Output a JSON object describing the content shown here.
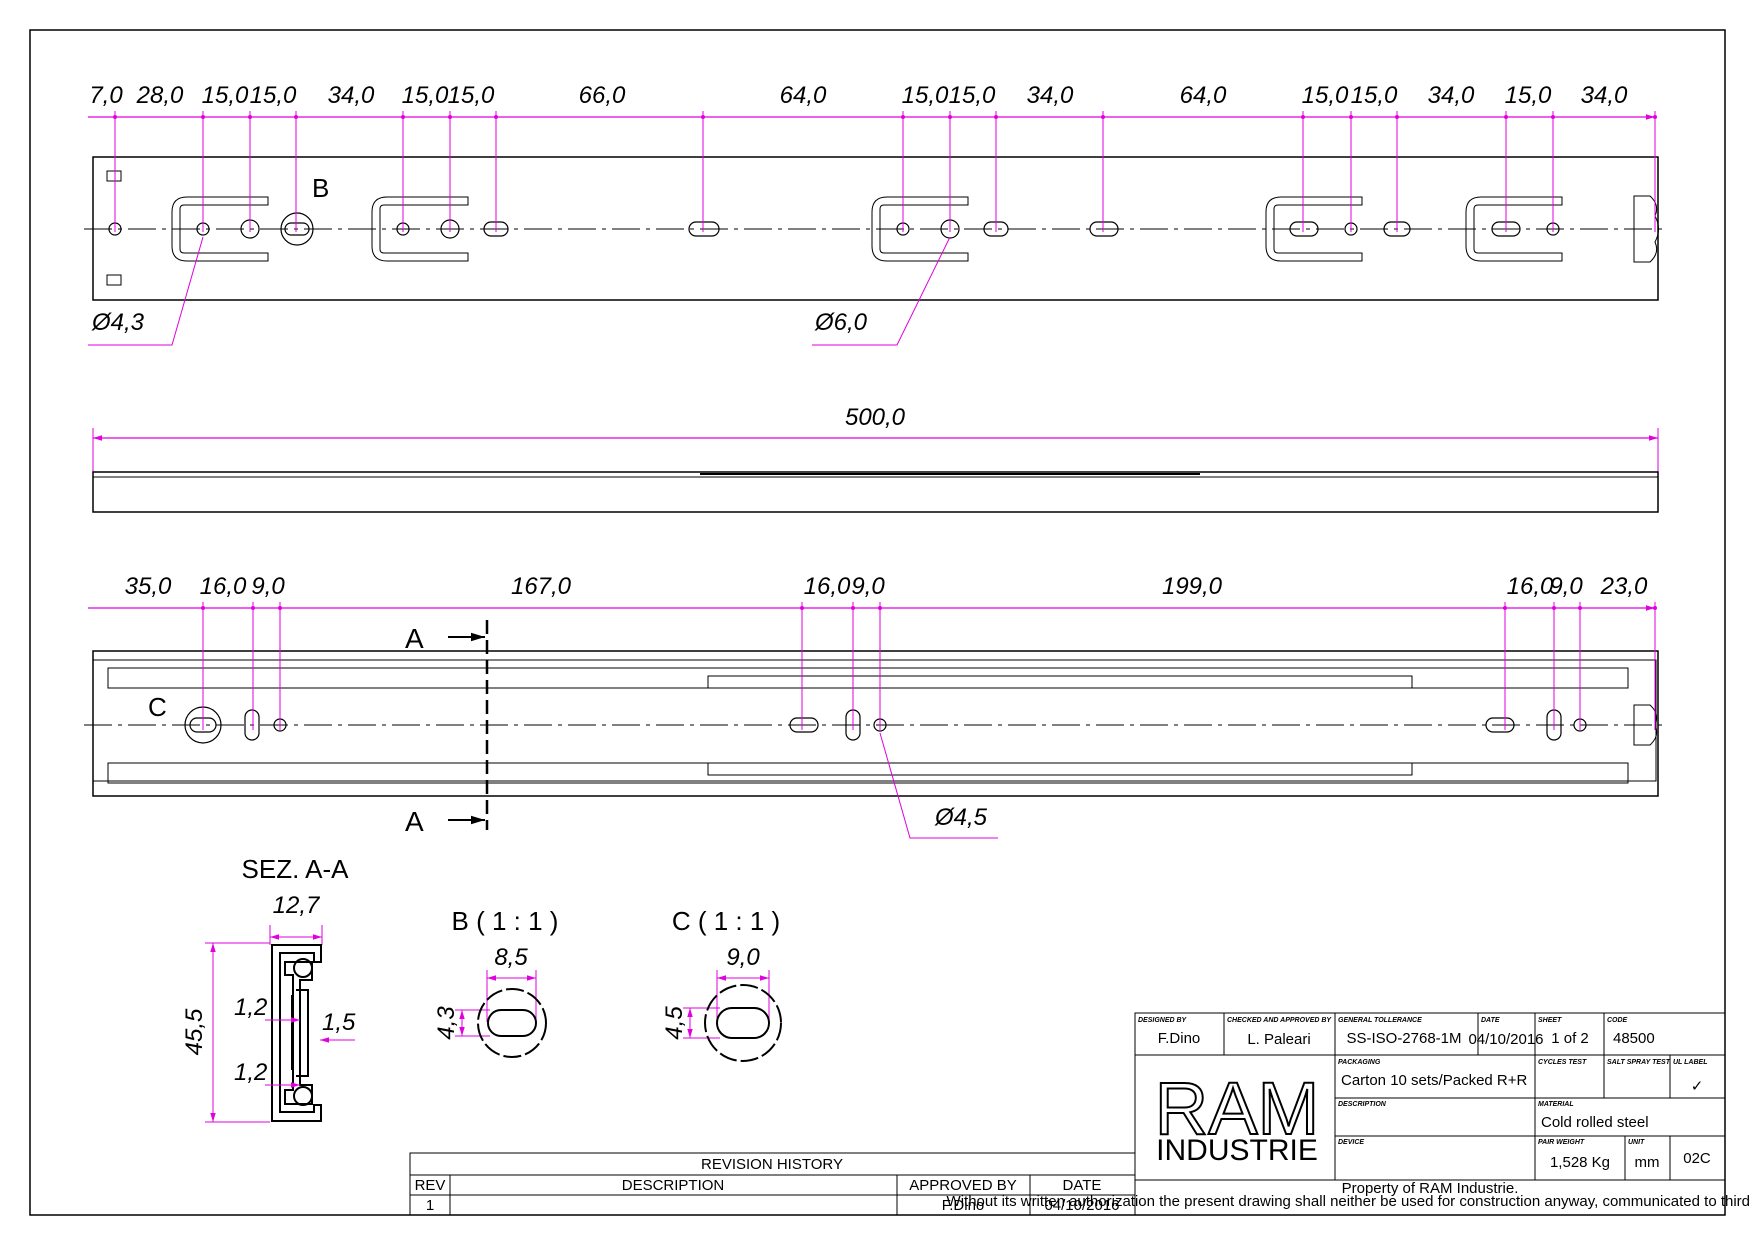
{
  "colors": {
    "dimension": "#e000e0",
    "outline": "#000000",
    "background": "#ffffff"
  },
  "top_view": {
    "dims": [
      "7,0",
      "28,0",
      "15,0",
      "15,0",
      "34,0",
      "15,0",
      "15,0",
      "66,0",
      "64,0",
      "15,0",
      "15,0",
      "34,0",
      "64,0",
      "15,0",
      "15,0",
      "34,0",
      "15,0",
      "34,0"
    ],
    "detail_b": "B",
    "hole_small": "Ø4,3",
    "hole_large": "Ø6,0"
  },
  "side_view": {
    "length": "500,0"
  },
  "bottom_view": {
    "dims": [
      "35,0",
      "16,0",
      "9,0",
      "167,0",
      "16,0",
      "9,0",
      "199,0",
      "16,0",
      "9,0",
      "23,0"
    ],
    "detail_c": "C",
    "section_mark": "A",
    "hole": "Ø4,5"
  },
  "section": {
    "title": "SEZ. A-A",
    "width": "12,7",
    "height": "45,5",
    "t1": "1,2",
    "t2": "1,5",
    "t3": "1,2"
  },
  "detail_b_view": {
    "title": "B ( 1 : 1 )",
    "width": "8,5",
    "height": "4,3"
  },
  "detail_c_view": {
    "title": "C ( 1 : 1 )",
    "width": "9,0",
    "height": "4,5"
  },
  "revision": {
    "title": "REVISION HISTORY",
    "headers": [
      "REV",
      "DESCRIPTION",
      "APPROVED BY",
      "DATE"
    ],
    "rows": [
      {
        "rev": "1",
        "description": "",
        "approved": "F.Dino",
        "date": "04/10/2016"
      }
    ]
  },
  "title_block": {
    "designed_by_label": "DESIGNED BY",
    "designed_by": "F.Dino",
    "checked_label": "CHECKED AND APPROVED BY",
    "checked": "L. Paleari",
    "tolerance_label": "GENERAL TOLLERANCE",
    "tolerance": "SS-ISO-2768-1M",
    "date_label": "DATE",
    "date": "04/10/2016",
    "sheet_label": "SHEET",
    "sheet": "1 of 2",
    "code_label": "CODE",
    "code": "48500",
    "packaging_label": "PACKAGING",
    "packaging": "Carton 10 sets/Packed R+R",
    "cycles_label": "CYCLES TEST",
    "salt_label": "SALT SPRAY TEST",
    "ul_label": "UL LABEL",
    "ul_value": "✓",
    "description_label": "DESCRIPTION",
    "material_label": "MATERIAL",
    "material": "Cold rolled steel",
    "device_label": "DEVICE",
    "weight_label": "PAIR WEIGHT",
    "weight": "1,528 Kg",
    "unit_label": "UNIT",
    "unit": "mm",
    "revision_code": "02C",
    "logo_main": "RAM",
    "logo_sub": "INDUSTRIE",
    "property": "Property of RAM Industrie.",
    "disclaimer": "Without its written authorization the present drawing shall neither be used for construction anyway, communicated to third parties, nor reproduced."
  }
}
